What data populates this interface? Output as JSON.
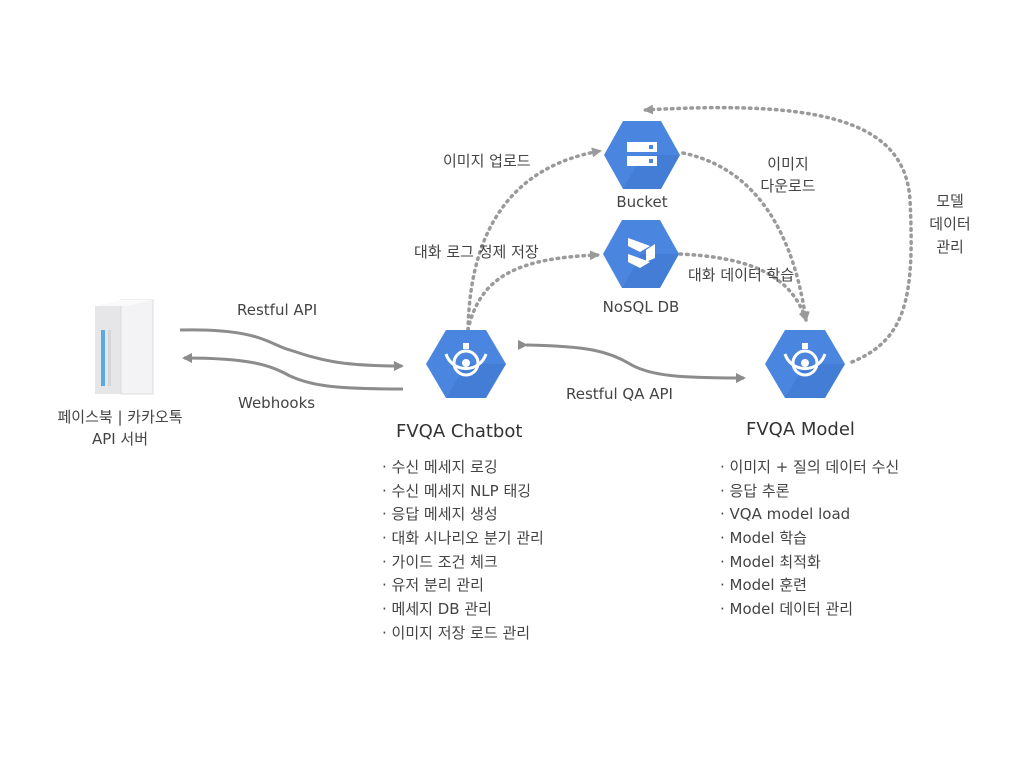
{
  "server": {
    "name_line1": "페이스북 | 카카오톡",
    "name_line2": "API 서버",
    "icon": "server-icon"
  },
  "edges": {
    "restful_api": "Restful API",
    "webhooks": "Webhooks",
    "restful_qa_api": "Restful QA API",
    "image_upload": "이미지 업로드",
    "image_download_line1": "이미지",
    "image_download_line2": "다운로드",
    "chat_log_save": "대화 로그 정제 저장",
    "chat_data_train": "대화 데이터 학습",
    "model_data_line1": "모델",
    "model_data_line2": "데이터",
    "model_data_line3": "관리"
  },
  "nodes": {
    "bucket": {
      "label": "Bucket",
      "icon": "storage-bucket-icon"
    },
    "nosql": {
      "label": "NoSQL DB",
      "icon": "datastore-icon"
    },
    "chatbot": {
      "label": "FVQA Chatbot",
      "icon": "engine-icon"
    },
    "model": {
      "label": "FVQA Model",
      "icon": "engine-icon"
    }
  },
  "chatbot_features": [
    "· 수신 메세지 로깅",
    "· 수신 메세지 NLP 태깅",
    "· 응답 메세지 생성",
    "· 대화 시나리오 분기 관리",
    "· 가이드 조건 체크",
    "· 유저 분리 관리",
    "· 메세지 DB 관리",
    "· 이미지 저장 로드 관리"
  ],
  "model_features": [
    "· 이미지 + 질의 데이터 수신",
    "· 응답 추론",
    "· VQA model load",
    "· Model 학습",
    "· Model 최적화",
    "· Model 훈련",
    "· Model 데이터 관리"
  ],
  "colors": {
    "hex_blue": "#4a86e0",
    "arrow_gray": "#8c8c8c",
    "dotted_gray": "#9a9a9a"
  }
}
